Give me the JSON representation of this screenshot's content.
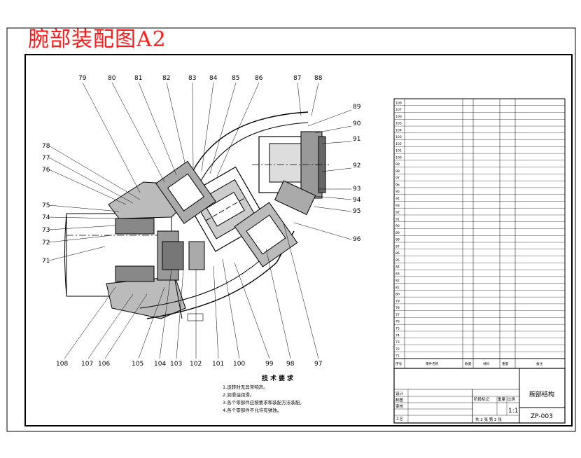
{
  "title": "腕部装配图A2",
  "callouts": [
    "79",
    "80",
    "81",
    "82",
    "83",
    "84",
    "85",
    "86",
    "87",
    "88",
    "89",
    "90",
    "91",
    "92",
    "93",
    "94",
    "95",
    "96",
    "97",
    "98",
    "99",
    "100",
    "101",
    "102",
    "103",
    "104",
    "105",
    "106",
    "107",
    "108",
    "71",
    "72",
    "73",
    "74",
    "75",
    "76",
    "77",
    "78"
  ],
  "tech_requirements": {
    "heading": "技术要求",
    "lines": [
      "1.运转时无异常响声。",
      "2.润滑油润滑。",
      "3.各个零部件应按要求和装配方法装配。",
      "4.各个零部件不允许有锈蚀。"
    ]
  },
  "parts_table": {
    "numbers": [
      "108",
      "107",
      "106",
      "105",
      "104",
      "103",
      "102",
      "101",
      "100",
      "99",
      "98",
      "97",
      "96",
      "95",
      "94",
      "93",
      "92",
      "91",
      "90",
      "89",
      "88",
      "87",
      "86",
      "85",
      "84",
      "83",
      "82",
      "81",
      "80",
      "79",
      "78",
      "77",
      "76",
      "75",
      "74",
      "73",
      "72",
      "71"
    ],
    "header": [
      "序号",
      "零件名称",
      "数量",
      "材料",
      "重量",
      "备注"
    ]
  },
  "title_block": {
    "name": "腕部结构",
    "code": "ZP-003",
    "scale": "1:1",
    "stage_label": "阶段标记",
    "weight_label": "重量",
    "scale_label": "比例",
    "sheets": "共 2 张  第 2 张",
    "roles": [
      "设计",
      "制图",
      "审核",
      "工艺"
    ]
  }
}
